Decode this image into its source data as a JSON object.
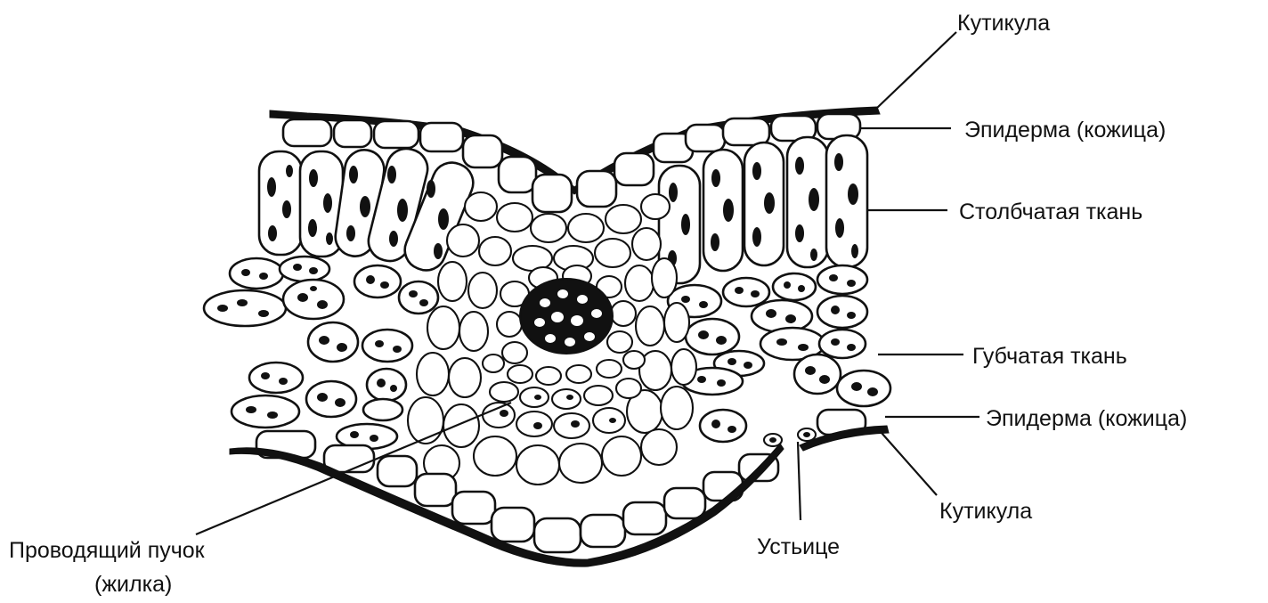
{
  "labels": {
    "cuticle_top": "Кутикула",
    "epidermis_top": "Эпидерма (кожица)",
    "palisade": "Столбчатая ткань",
    "spongy": "Губчатая ткань",
    "epidermis_bottom": "Эпидерма (кожица)",
    "cuticle_bottom": "Кутикула",
    "stoma": "Устьице",
    "bundle_line1": "Проводящий пучок",
    "bundle_line2": "(жилка)"
  },
  "colors": {
    "ink": "#111111",
    "background": "#ffffff"
  }
}
